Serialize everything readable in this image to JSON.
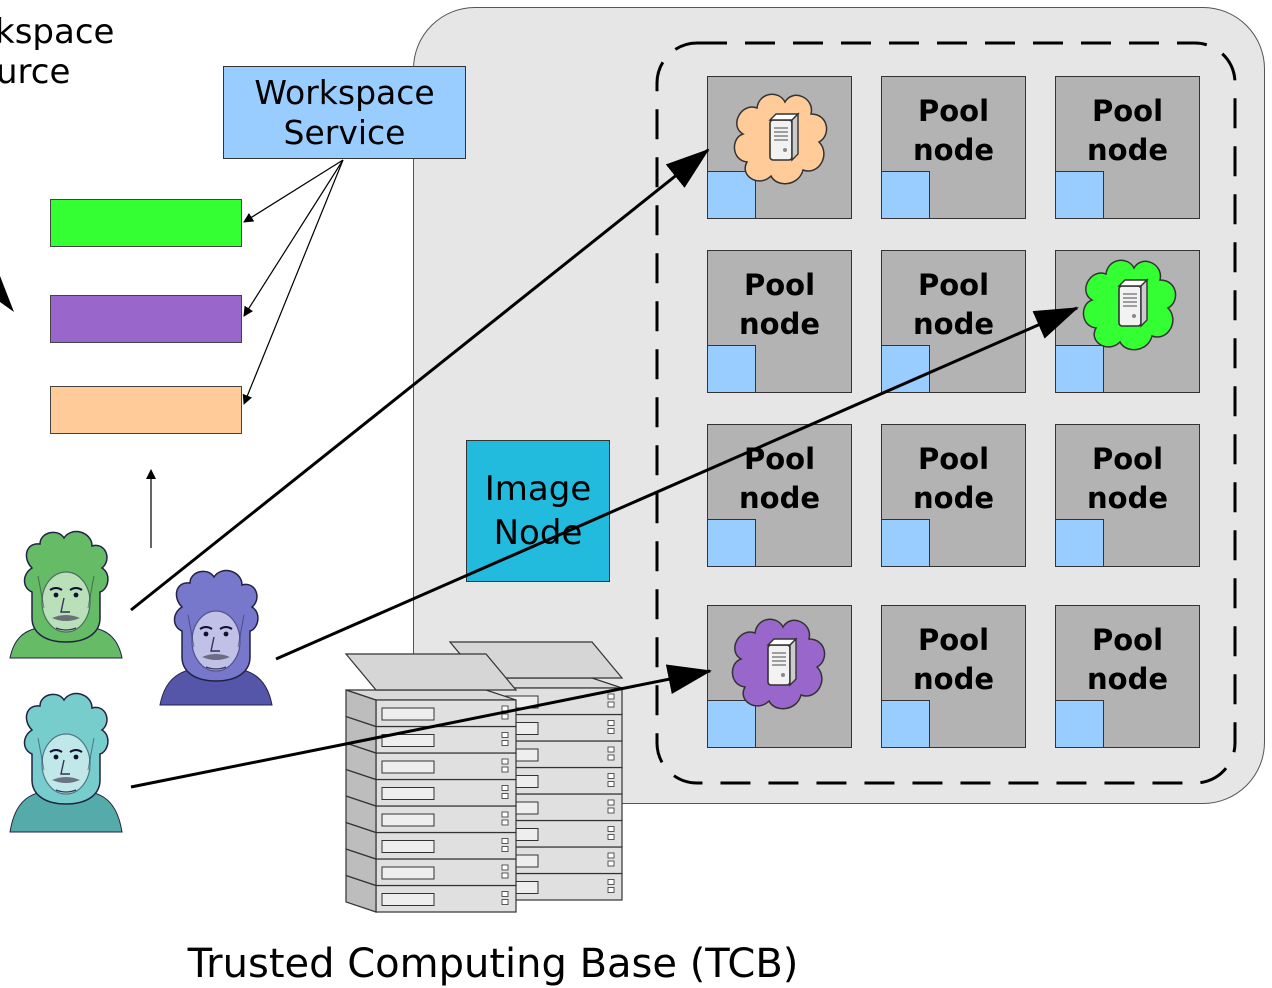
{
  "diagram": {
    "workspace_resource_label": [
      "kspace",
      "urce"
    ],
    "workspace_service_label": [
      "Workspace",
      "Service"
    ],
    "image_node_label": [
      "Image",
      "Node"
    ],
    "pool_node_label": [
      "Pool",
      "node"
    ],
    "tcb_label": "Trusted Computing Base (TCB)",
    "colors": {
      "cluster_bg": "#e6e6e6",
      "service_blue": "#99ccff",
      "image_node": "#22bbdd",
      "pool_node": "#b3b3b3",
      "vm_orange": "#ffcc99",
      "vm_green": "#33ff33",
      "vm_purple": "#9966cc",
      "user_green": "#66bb66",
      "user_purple": "#6666bb",
      "user_teal": "#66bbbb"
    }
  }
}
